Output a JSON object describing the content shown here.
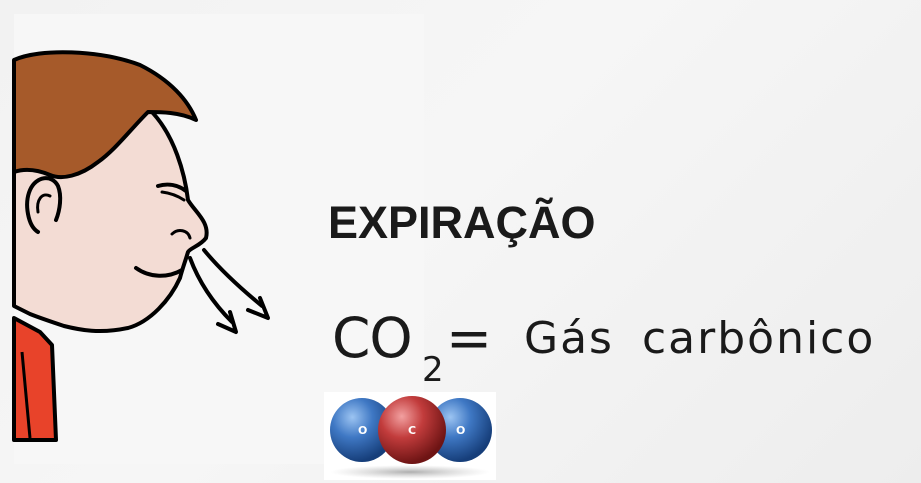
{
  "slide": {
    "title": "EXPIRAÇÃO",
    "formula": {
      "base": "CO",
      "subscript": "2",
      "equals": "="
    },
    "gas_name": "Gás  carbônico"
  },
  "illustration": {
    "icon": "person-exhaling-icon"
  },
  "molecule": {
    "icon": "co2-molecule-icon",
    "atoms": [
      {
        "symbol": "O",
        "color": "#2f66b3"
      },
      {
        "symbol": "C",
        "color": "#b32f2f"
      },
      {
        "symbol": "O",
        "color": "#2f66b3"
      }
    ]
  },
  "colors": {
    "hair": "#a65a2a",
    "skin": "#f3dcd4",
    "shirt": "#e8432a",
    "outline": "#000000",
    "text": "#1a1a1a"
  }
}
